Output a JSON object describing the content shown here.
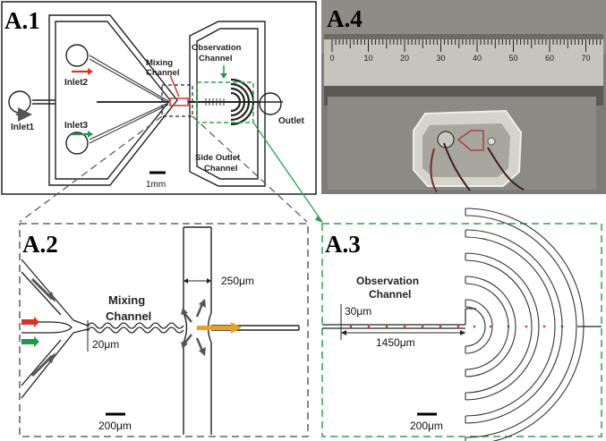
{
  "panels": {
    "a1": {
      "label": "A.1",
      "inlet1": "Inlet1",
      "inlet2": "Inlet2",
      "inlet3": "Inlet3",
      "outlet": "Outlet",
      "mixing_line1": "Mixing",
      "mixing_line2": "Channel",
      "observation_line1": "Observation",
      "observation_line2": "Channel",
      "side_outlet_line1": "Side Outlet",
      "side_outlet_line2": "Channel",
      "scale": "1mm"
    },
    "a2": {
      "label": "A.2",
      "mixing_line1": "Mixing",
      "mixing_line2": "Channel",
      "width_250": "250μm",
      "width_20": "20μm",
      "scale": "200μm"
    },
    "a3": {
      "label": "A.3",
      "observation_line1": "Observation",
      "observation_line2": "Channel",
      "width_30": "30μm",
      "length_1450": "1450μm",
      "scale": "200μm"
    },
    "a4": {
      "label": "A.4",
      "ruler_ticks": [
        "0",
        "10",
        "20",
        "30",
        "40",
        "50",
        "60",
        "70"
      ]
    }
  },
  "colors": {
    "red_arrow": "#d8322b",
    "green_arrow": "#1e9b4a",
    "green_dash": "#2aa24a",
    "orange_arrow": "#e8a020",
    "dark": "#222222"
  }
}
